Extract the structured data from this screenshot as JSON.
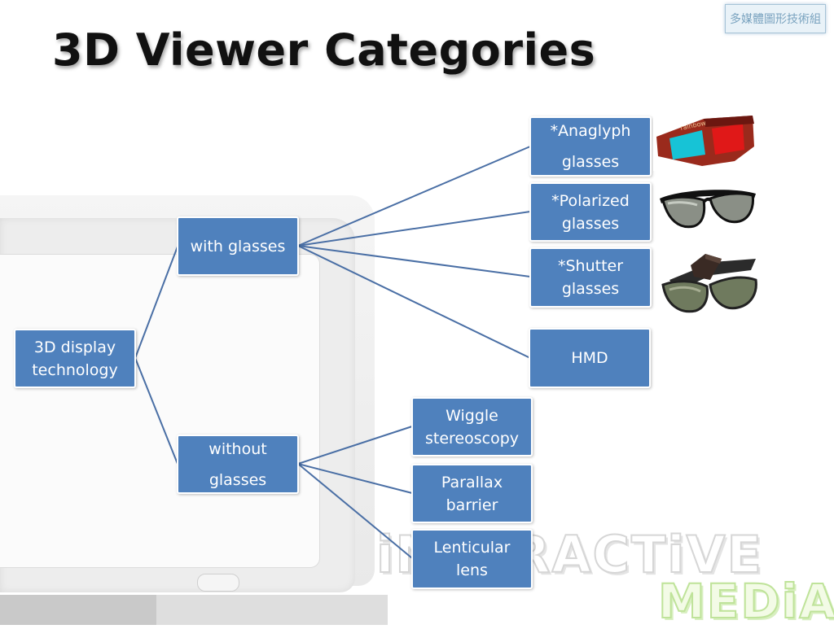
{
  "slide": {
    "title": "3D Viewer Categories",
    "corner_tag": "多媒體圖形技術組",
    "watermark_line1": "iNTERACTiVE",
    "watermark_line2": "MEDiA"
  },
  "diagram": {
    "root": "3D display technology",
    "branches": [
      {
        "label": "with glasses",
        "children": [
          "*Anaglyph glasses",
          "*Polarized glasses",
          "*Shutter glasses",
          "HMD"
        ]
      },
      {
        "label": "without glasses",
        "children": [
          "Wiggle stereoscopy",
          "Parallax barrier",
          "Lenticular lens"
        ]
      }
    ]
  },
  "colors": {
    "node_fill": "#4f81bd",
    "connector": "#4a6fa5",
    "title": "#111111"
  },
  "icons": {
    "anaglyph": "anaglyph-glasses-photo",
    "polarized": "polarized-glasses-photo",
    "shutter": "shutter-glasses-photo"
  }
}
